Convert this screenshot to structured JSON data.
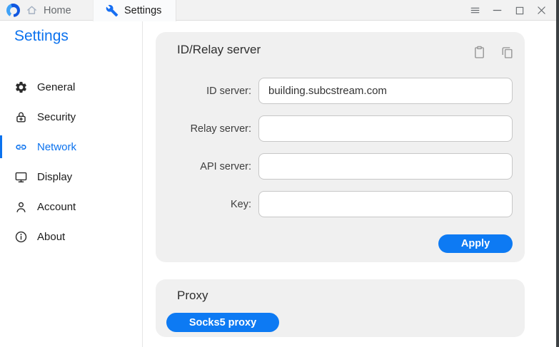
{
  "topbar": {
    "tabs": {
      "home": "Home",
      "settings": "Settings"
    },
    "control_icons": [
      "menu-icon",
      "minimize-icon",
      "maximize-icon",
      "close-icon"
    ]
  },
  "sidebar": {
    "title": "Settings",
    "items": [
      {
        "label": "General",
        "icon": "gear-icon",
        "active": false
      },
      {
        "label": "Security",
        "icon": "lock-icon",
        "active": false
      },
      {
        "label": "Network",
        "icon": "link-icon",
        "active": true
      },
      {
        "label": "Display",
        "icon": "monitor-icon",
        "active": false
      },
      {
        "label": "Account",
        "icon": "person-icon",
        "active": false
      },
      {
        "label": "About",
        "icon": "info-icon",
        "active": false
      }
    ]
  },
  "id_relay_card": {
    "title": "ID/Relay server",
    "header_icons": [
      "paste-icon",
      "copy-icon"
    ],
    "fields": [
      {
        "label": "ID server:",
        "value": "building.subcstream.com"
      },
      {
        "label": "Relay server:",
        "value": ""
      },
      {
        "label": "API server:",
        "value": ""
      },
      {
        "label": "Key:",
        "value": ""
      }
    ],
    "apply_label": "Apply"
  },
  "proxy_card": {
    "title": "Proxy",
    "button_label": "Socks5 proxy"
  },
  "colors": {
    "accent_blue": "#0b72ee",
    "button_blue": "#0d7af3",
    "card_background": "#f0f0f0",
    "topbar_background": "#f2f2f2",
    "right_strip": "#3c4043"
  }
}
